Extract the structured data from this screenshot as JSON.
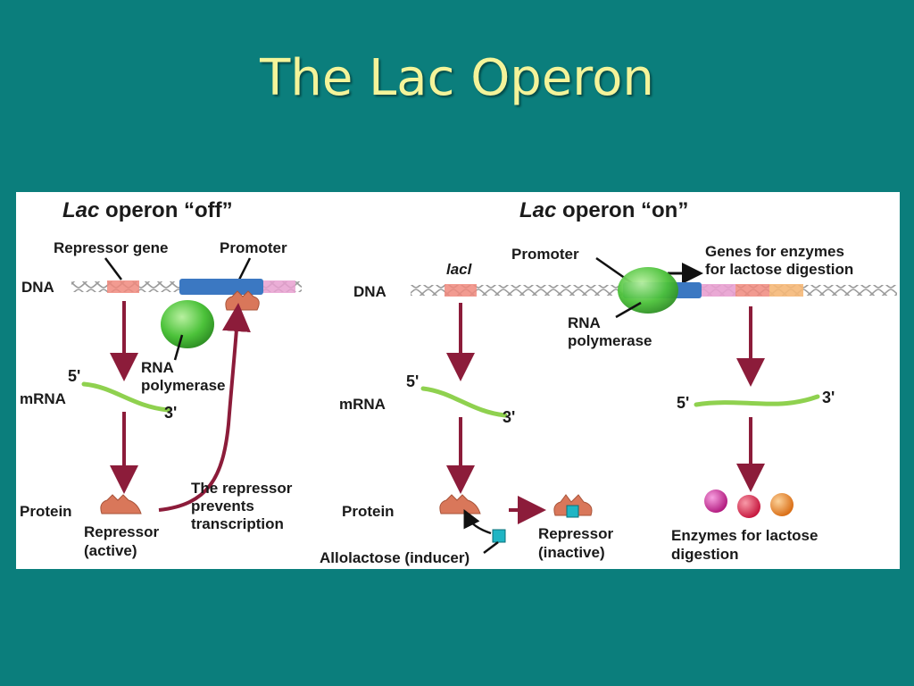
{
  "slide": {
    "title": "The Lac Operon"
  },
  "off": {
    "heading_italic": "Lac",
    "heading_rest": " operon “off”",
    "repressor_gene": "Repressor gene",
    "promoter": "Promoter",
    "dna": "DNA",
    "rna_line1": "RNA",
    "rna_line2": "polymerase",
    "five_prime": "5'",
    "three_prime": "3'",
    "mrna": "mRNA",
    "protein": "Protein",
    "repressor_line1": "Repressor",
    "repressor_line2": "(active)",
    "note_line1": "The repressor",
    "note_line2": "prevents",
    "note_line3": "transcription"
  },
  "on": {
    "heading_italic": "Lac",
    "heading_rest": " operon “on”",
    "lacl": "lacl",
    "promoter": "Promoter",
    "genes_line1": "Genes for enzymes",
    "genes_line2": "for lactose digestion",
    "dna": "DNA",
    "rna_line1": "RNA",
    "rna_line2": "polymerase",
    "five_prime_a": "5'",
    "three_prime_a": "3'",
    "mrna": "mRNA",
    "five_prime_b": "5'",
    "three_prime_b": "3'",
    "protein": "Protein",
    "allolactose": "Allolactose (inducer)",
    "repressor_line1": "Repressor",
    "repressor_line2": "(inactive)",
    "enzymes_line1": "Enzymes for lactose",
    "enzymes_line2": "digestion"
  },
  "colors": {
    "background": "#0b7e7c",
    "title": "#f4f49a",
    "arrow": "#8c1c3a",
    "repressor_gene": "#f08a7e",
    "promoter": "#3b78c2",
    "gene_pink": "#e8a0d0",
    "gene_orange": "#f5b878",
    "polymerase": "#4cc23a",
    "mrna": "#8fd14f",
    "repressor_protein": "#d9775a",
    "inducer": "#1fb5c4"
  }
}
